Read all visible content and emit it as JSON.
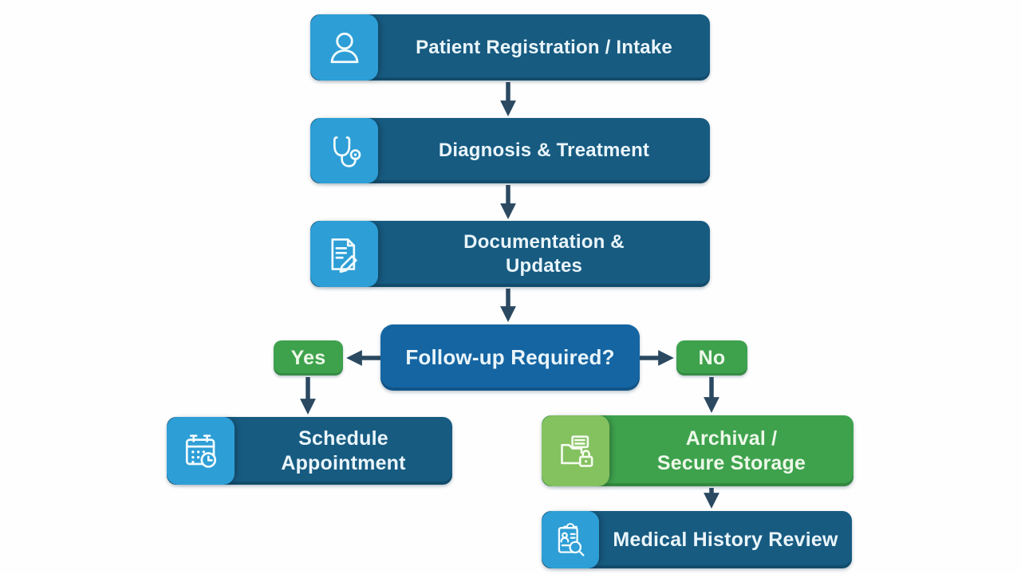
{
  "diagram": {
    "title": "Patient care workflow flowchart",
    "background_color": "#fefefe",
    "colors": {
      "process_blue": "#175b81",
      "decision_blue": "#1565a2",
      "branch_green": "#3ea24d",
      "icon_tile_blue": "#2d9ed6",
      "icon_tile_green": "#84c15f",
      "arrow": "#2b4961",
      "text_on_blue": "#eaf5fa",
      "text_on_green": "#edf8e9"
    }
  },
  "nodes": [
    {
      "id": "registration",
      "label": "Patient Registration / Intake",
      "icon": "person-icon"
    },
    {
      "id": "diagnosis",
      "label": "Diagnosis & Treatment",
      "icon": "stethoscope-icon"
    },
    {
      "id": "documentation",
      "label": "Documentation &\nUpdates",
      "icon": "document-edit-icon"
    },
    {
      "id": "followup",
      "label": "Follow-up Required?",
      "icon": null
    },
    {
      "id": "yes",
      "label": "Yes",
      "icon": null
    },
    {
      "id": "no",
      "label": "No",
      "icon": null
    },
    {
      "id": "schedule",
      "label": "Schedule\nAppointment",
      "icon": "calendar-clock-icon"
    },
    {
      "id": "archival",
      "label": "Archival /\nSecure Storage",
      "icon": "folder-lock-icon"
    },
    {
      "id": "history",
      "label": "Medical History Review",
      "icon": "clipboard-search-icon"
    }
  ],
  "edges": [
    {
      "from": "registration",
      "to": "diagnosis"
    },
    {
      "from": "diagnosis",
      "to": "documentation"
    },
    {
      "from": "documentation",
      "to": "followup"
    },
    {
      "from": "followup",
      "to": "yes"
    },
    {
      "from": "followup",
      "to": "no"
    },
    {
      "from": "yes",
      "to": "schedule"
    },
    {
      "from": "no",
      "to": "archival"
    },
    {
      "from": "archival",
      "to": "history"
    }
  ]
}
